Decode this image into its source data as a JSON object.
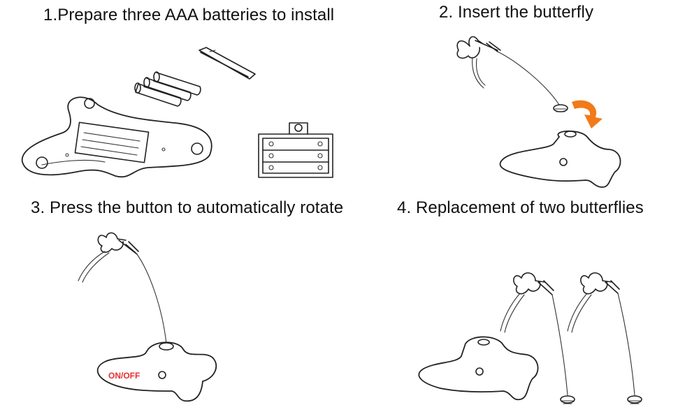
{
  "steps": [
    {
      "title": "1.Prepare three AAA batteries to install"
    },
    {
      "title": "2. Insert the butterfly"
    },
    {
      "title": "3. Press the button to automatically rotate"
    },
    {
      "title": "4. Replacement of two butterflies"
    }
  ],
  "device": {
    "button_label": "ON/OFF"
  },
  "colors": {
    "arrow": "#f27a1a",
    "button_text": "#e53030",
    "line": "#222222"
  }
}
